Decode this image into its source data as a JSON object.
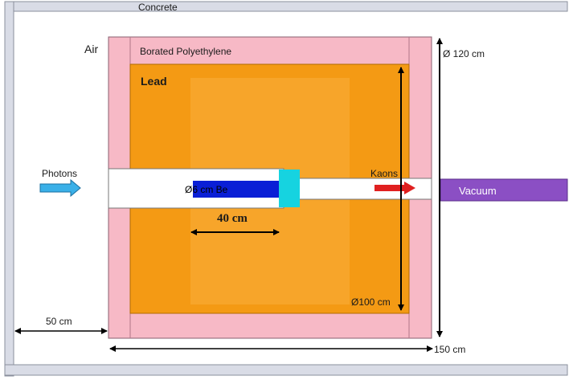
{
  "labels": {
    "concrete": "Concrete",
    "air": "Air",
    "borated_polyethylene": "Borated Polyethylene",
    "lead": "Lead",
    "photons": "Photons",
    "target": "Ø6 cm Be",
    "kaons": "Kaons",
    "vacuum": "Vacuum",
    "length_40": "40 cm",
    "dia_120": "Ø 120 cm",
    "dia_100": "Ø100 cm",
    "dist_50": "50 cm",
    "len_150": "150 cm"
  },
  "colors": {
    "concrete": "#d9dce6",
    "borated_polyethylene": "#f7b9c6",
    "lead": "#f49a14",
    "lead_inner": "#f7a52a",
    "beam_pipe": "#ffffff",
    "target": "#0a1fd6",
    "target_end": "#16d3e0",
    "photon_arrow": "#3ab0e8",
    "kaon_arrow": "#e02020",
    "vacuum": "#8b4fc4",
    "dimension": "#000000"
  }
}
